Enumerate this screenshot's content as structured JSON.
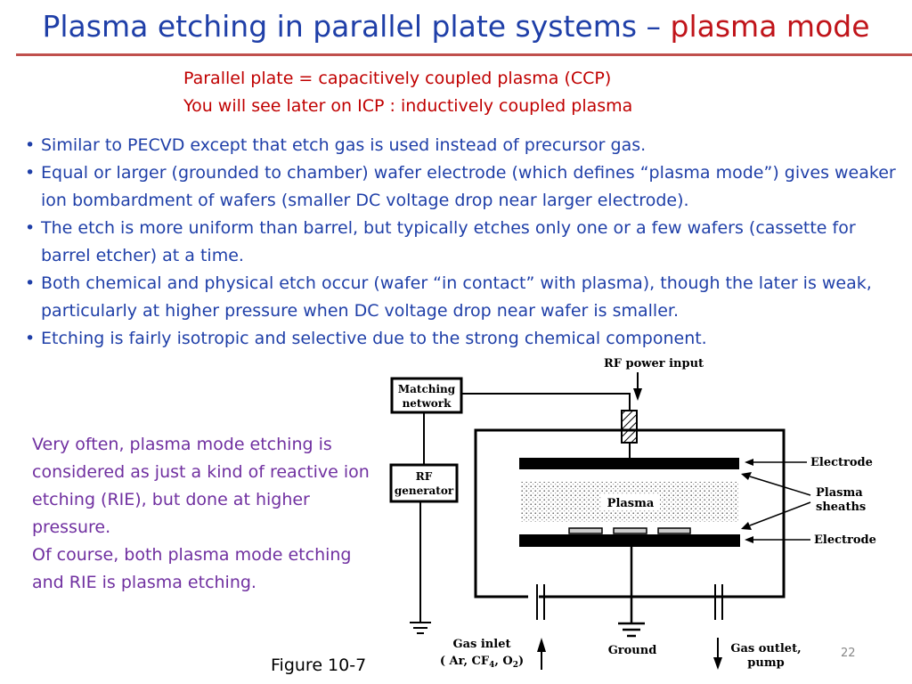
{
  "title": {
    "main": "Plasma etching in parallel plate systems – ",
    "accent": "plasma mode"
  },
  "notes": [
    "Parallel plate = capacitively coupled plasma (CCP)",
    "You will see later on ICP : inductively coupled plasma"
  ],
  "bullets": [
    "Similar to PECVD except that etch gas is used instead of precursor gas.",
    "Equal or larger (grounded to chamber) wafer electrode (which defines “plasma mode”) gives weaker ion bombardment of wafers (smaller DC voltage drop near larger electrode).",
    "The etch is more uniform than barrel, but typically etches only one or a few wafers (cassette for barrel etcher) at a time.",
    "Both chemical and physical etch occur (wafer “in contact” with plasma), though the later is weak, particularly at higher pressure when DC voltage drop near wafer is smaller.",
    "Etching is fairly isotropic and selective due to the strong chemical component."
  ],
  "sidenote": [
    "Very often, plasma mode etching is considered as just a kind of reactive ion etching (RIE), but done at higher pressure.",
    "Of course, both plasma mode etching and RIE is plasma etching."
  ],
  "diagram": {
    "rf_power_input": "RF power input",
    "matching_network": [
      "Matching",
      "network"
    ],
    "rf_generator": [
      "RF",
      "generator"
    ],
    "electrode": "Electrode",
    "plasma": "Plasma",
    "plasma_sheaths": [
      "Plasma",
      "sheaths"
    ],
    "gas_inlet": "Gas inlet",
    "gas_inlet_species": {
      "open": "( Ar, CF",
      "sub1": "4",
      "mid": ", O",
      "sub2": "2",
      "close": ")"
    },
    "ground": "Ground",
    "gas_outlet": [
      "Gas outlet,",
      "pump"
    ]
  },
  "figure_caption": "Figure 10-7",
  "page_number": "22"
}
